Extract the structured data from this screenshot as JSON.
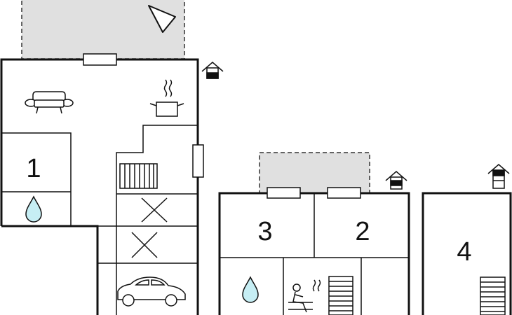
{
  "floorplan": {
    "rooms": [
      {
        "label": "1"
      },
      {
        "label": "3"
      },
      {
        "label": "2"
      },
      {
        "label": "4"
      }
    ],
    "icons": [
      "compass-arrow-icon",
      "sofa-icon",
      "cooking-pot-icon",
      "radiator-icon",
      "closed-area-cross-icon",
      "car-icon",
      "water-drop-icon",
      "sauna-icon",
      "stairs-icon",
      "house-level-icon"
    ],
    "colors": {
      "wall": "#111111",
      "terrace": "#e0e0e0",
      "water": "#c6eef4",
      "background": "#ffffff"
    }
  }
}
